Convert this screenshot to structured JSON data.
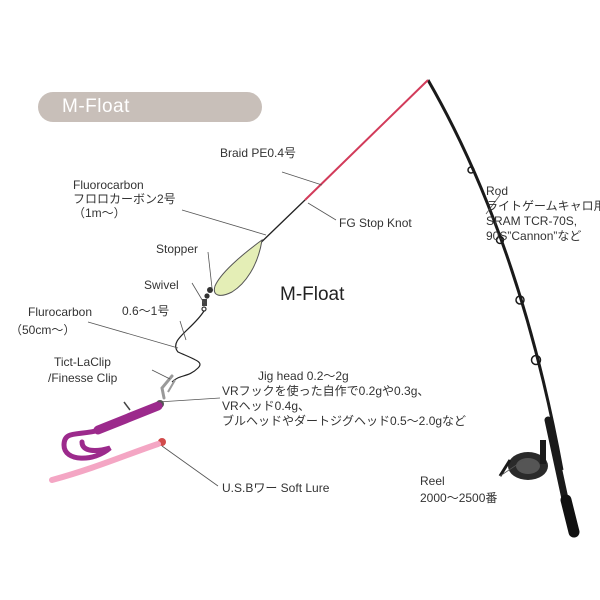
{
  "title": "M-Float",
  "colors": {
    "pill_bg": "#c8bfb9",
    "braid_line": "#d23b5a",
    "leader_line": "#222222",
    "rod": "#1a1a1a",
    "float_fill": "#e4eeb6",
    "lure_purple": "#9c2a8c",
    "lure_pink": "#f4a6c4",
    "clip": "#9a9a9a"
  },
  "labels": {
    "braid": "Braid PE0.4号",
    "fg_knot": "FG Stop Knot",
    "fluorocarbon_main": [
      "Fluorocarbon",
      "フロロカーボン2号",
      "（1m〜）"
    ],
    "stopper": "Stopper",
    "swivel": "Swivel",
    "m_float": "M-Float",
    "flurocarbon_leader": [
      "Flurocarbon",
      "（50cm〜）"
    ],
    "leader_size": "0.6〜1号",
    "clip": [
      "Tict-LaClip",
      "/Finesse Clip"
    ],
    "jighead": [
      "Jig head 0.2〜2g",
      "VRフックを使った自作で0.2gや0.3g、",
      "VRヘッド0.4g、",
      "ブルヘッドやダートジグヘッド0.5〜2.0gなど"
    ],
    "soft_lure": "U.S.Bワー Soft Lure",
    "rod": [
      "Rod",
      "ライトゲームキャロ用",
      "SRAM TCR-70S,",
      "90S”Cannon”など"
    ],
    "reel": [
      "Reel",
      "2000〜2500番"
    ]
  }
}
